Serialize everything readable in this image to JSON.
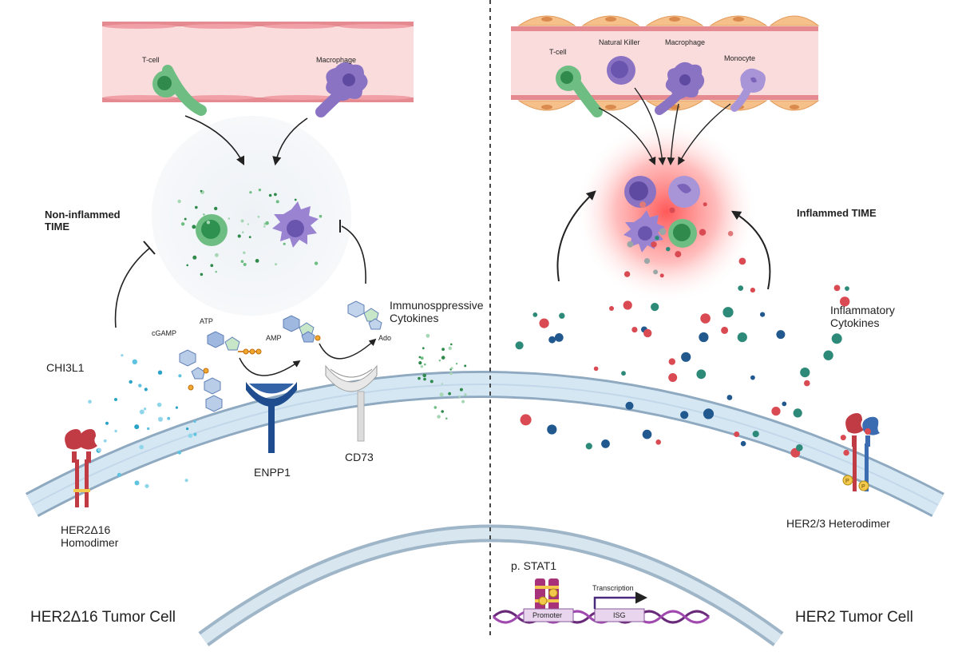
{
  "left": {
    "vessel_cells": {
      "tcell": "T-cell",
      "macrophage": "Macrophage"
    },
    "time_label": "Non-inflammed\nTIME",
    "chi3l1": "CHI3L1",
    "molecules": {
      "cgamp": "cGAMP",
      "atp": "ATP",
      "amp": "AMP",
      "ado": "Ado"
    },
    "cytokines": "Immunosppressive\nCytokines",
    "enpp1": "ENPP1",
    "cd73": "CD73",
    "receptor": "HER2Δ16\nHomodimer",
    "cell_title": "HER2Δ16 Tumor Cell"
  },
  "right": {
    "vessel_cells": {
      "tcell": "T-cell",
      "nk": "Natural Killer",
      "macrophage": "Macrophage",
      "monocyte": "Monocyte"
    },
    "time_label": "Inflammed TIME",
    "cytokines": "Inflammatory\nCytokines",
    "receptor": "HER2/3 Heterodimer",
    "pstat": "p. STAT1",
    "transcription": "Transcription",
    "promoter": "Promoter",
    "isg": "ISG",
    "cell_title": "HER2 Tumor Cell"
  },
  "colors": {
    "vessel_fill": "#f9d5d5",
    "vessel_wall": "#e7838a",
    "endothelial": "#f5c08a",
    "membrane": "#cfe3f2",
    "membrane_edge": "#8aa9c4",
    "tcell": "#63b97a",
    "macrophage": "#8b73c4",
    "enpp1": "#1f4c8f",
    "cd73": "#c8c8c8",
    "cytokine_red": "#d94a52",
    "cytokine_teal": "#2e8a78",
    "cytokine_navy": "#21598f",
    "stat1": "#a8327a",
    "inflamed_glow": "#ff5a5a"
  },
  "icons": [
    "t-cell-icon",
    "macrophage-icon",
    "nk-cell-icon",
    "monocyte-icon",
    "receptor-icon",
    "enzyme-icon",
    "molecule-icon",
    "dna-icon"
  ]
}
